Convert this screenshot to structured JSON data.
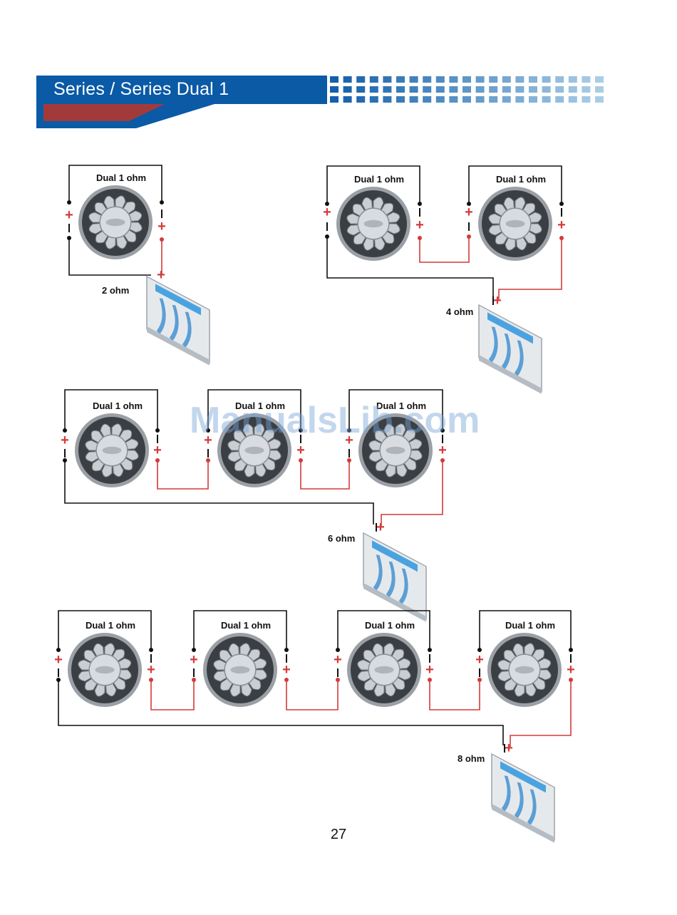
{
  "header": {
    "title": "Series / Series Dual 1"
  },
  "diagrams": [
    {
      "label": "2 ohm",
      "speakers": [
        "Dual 1 ohm"
      ]
    },
    {
      "label": "4 ohm",
      "speakers": [
        "Dual 1 ohm",
        "Dual 1 ohm"
      ]
    },
    {
      "label": "6 ohm",
      "speakers": [
        "Dual 1 ohm",
        "Dual 1 ohm",
        "Dual 1 ohm"
      ]
    },
    {
      "label": "8 ohm",
      "speakers": [
        "Dual 1 ohm",
        "Dual 1 ohm",
        "Dual 1 ohm",
        "Dual 1 ohm"
      ]
    }
  ],
  "watermark": "ManualsLib.com",
  "page_number": "27",
  "colors": {
    "header_blue": "#0a5aa6",
    "header_red": "#a33a3a",
    "wire_red": "#d43a3a",
    "wire_black": "#111111"
  },
  "icons": [
    "subwoofer-icon",
    "amplifier-icon"
  ]
}
